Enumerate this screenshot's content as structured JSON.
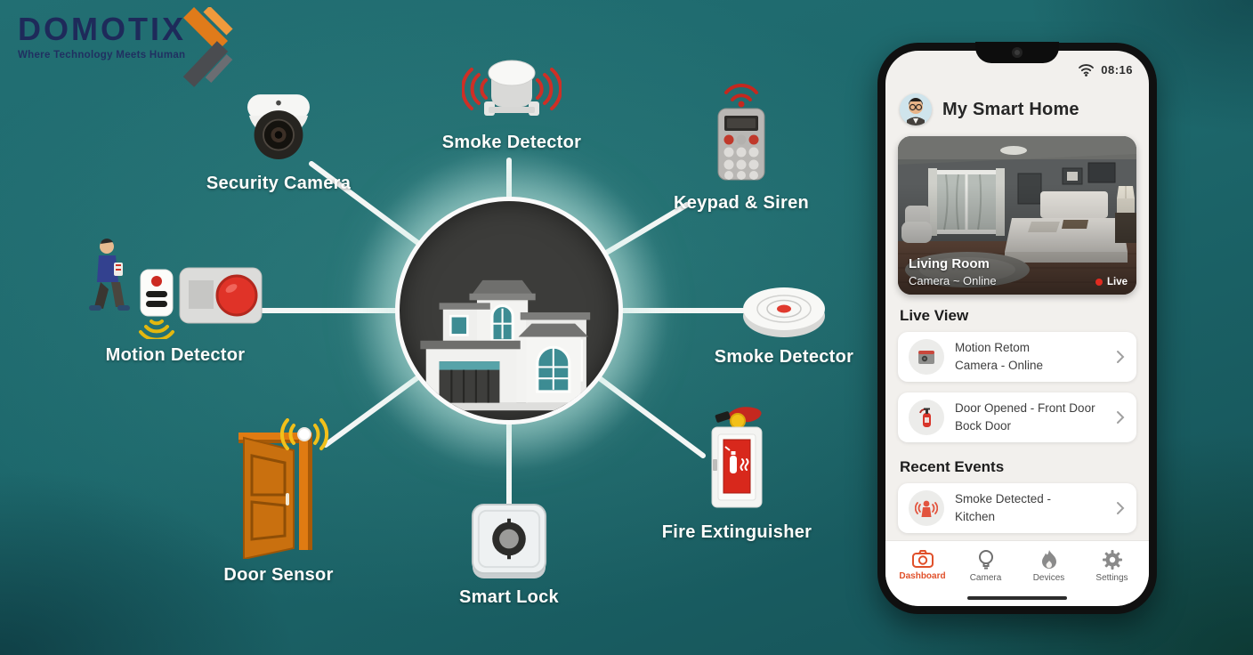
{
  "logo": {
    "name": "DOMOTIX",
    "tagline": "Where Technology Meets Human"
  },
  "diagram": {
    "devices": [
      {
        "id": "security-camera",
        "label": "Security Camera"
      },
      {
        "id": "smoke-detector-top",
        "label": "Smoke Detector"
      },
      {
        "id": "keypad-siren",
        "label": "Keypad & Siren"
      },
      {
        "id": "motion-detector",
        "label": "Motion Detector"
      },
      {
        "id": "smoke-detector-right",
        "label": "Smoke Detector"
      },
      {
        "id": "door-sensor",
        "label": "Door Sensor"
      },
      {
        "id": "smart-lock",
        "label": "Smart Lock"
      },
      {
        "id": "fire-extinguisher",
        "label": "Fire Extinguisher"
      }
    ]
  },
  "phone": {
    "status_time": "08:16",
    "header_title": "My Smart Home",
    "camera_card": {
      "location": "Living Room",
      "status": "Camera ~ Online",
      "live": "Live"
    },
    "live_view": {
      "heading": "Live View",
      "items": [
        {
          "line1": "Motion Retom",
          "line2": "Camera - Online"
        },
        {
          "line1": "Door Opened - Front Door",
          "line2": "Bock Door"
        }
      ]
    },
    "recent_events": {
      "heading": "Recent Events",
      "items": [
        {
          "line1": "Smoke Detected -",
          "line2": "Kitchen"
        }
      ]
    },
    "nav": [
      {
        "label": "Dashboard",
        "active": true
      },
      {
        "label": "Camera",
        "active": false
      },
      {
        "label": "Devices",
        "active": false
      },
      {
        "label": "Settings",
        "active": false
      }
    ]
  },
  "colors": {
    "background_teal": "#1d686c",
    "accent_orange": "#e0502a",
    "alert_red": "#d0312a",
    "signal_yellow": "#f0b512",
    "logo_navy": "#1e2a5a"
  }
}
